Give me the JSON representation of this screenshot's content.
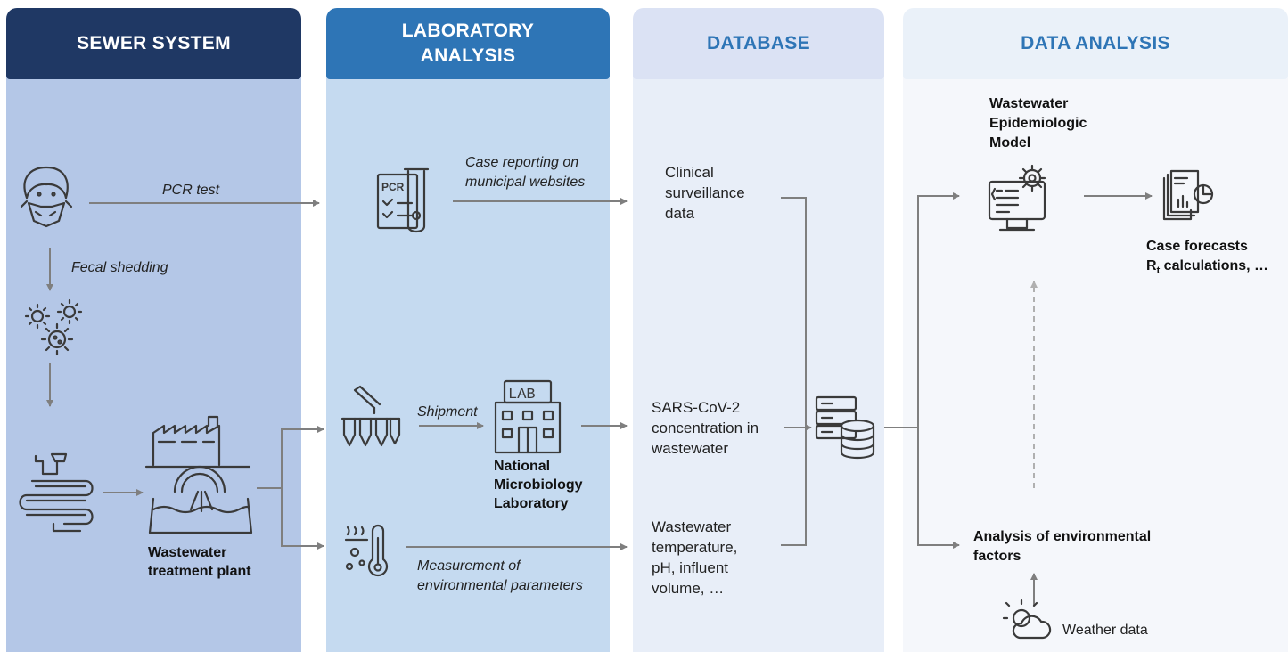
{
  "columns": {
    "sewer": {
      "title": "SEWER SYSTEM",
      "header_color": "#1f3864",
      "bg_color": "#b4c7e7",
      "title_color": "#ffffff"
    },
    "lab": {
      "title": "LABORATORY ANALYSIS",
      "header_color": "#2e75b6",
      "bg_color": "#c5daf0",
      "title_color": "#ffffff"
    },
    "database": {
      "title": "DATABASE",
      "header_color": "#dbe2f4",
      "bg_color": "#e8eef8",
      "title_color": "#2e75b6"
    },
    "analysis": {
      "title": "DATA ANALYSIS",
      "header_color": "#eaf1f9",
      "bg_color": "#f5f7fb",
      "title_color": "#2e75b6"
    }
  },
  "labels": {
    "pcr_test": "PCR test",
    "fecal_shedding": "Fecal shedding",
    "wwtp": "Wastewater treatment plant",
    "case_reporting": "Case reporting on municipal websites",
    "shipment": "Shipment",
    "nml": "National Microbiology Laboratory",
    "measurement": "Measurement of environmental parameters",
    "clinical": "Clinical surveillance data",
    "sars": "SARS-CoV-2 concentration in wastewater",
    "ww_params": "Wastewater temperature, pH, influent volume, …",
    "model": "Wastewater Epidemiologic Model",
    "forecasts_line1": "Case forecasts",
    "forecasts_rt": "R",
    "forecasts_sub": "t",
    "forecasts_rest": " calculations, …",
    "env_analysis": "Analysis of environmental factors",
    "weather": "Weather data",
    "pcr_icon_text": "PCR",
    "lab_icon_text": "LAB"
  },
  "icons": {
    "person": "person-mask-icon",
    "virus": "virus-icon",
    "toilet": "toilet-pipe-icon",
    "plant": "treatment-plant-icon",
    "pcr": "pcr-test-icon",
    "tubes": "test-tubes-icon",
    "lab": "lab-building-icon",
    "thermo": "thermometer-icon",
    "server": "database-server-icon",
    "computer": "computer-gear-icon",
    "report": "report-chart-icon",
    "weather": "weather-sun-cloud-icon"
  },
  "arrow_color": "#7f7f7f"
}
